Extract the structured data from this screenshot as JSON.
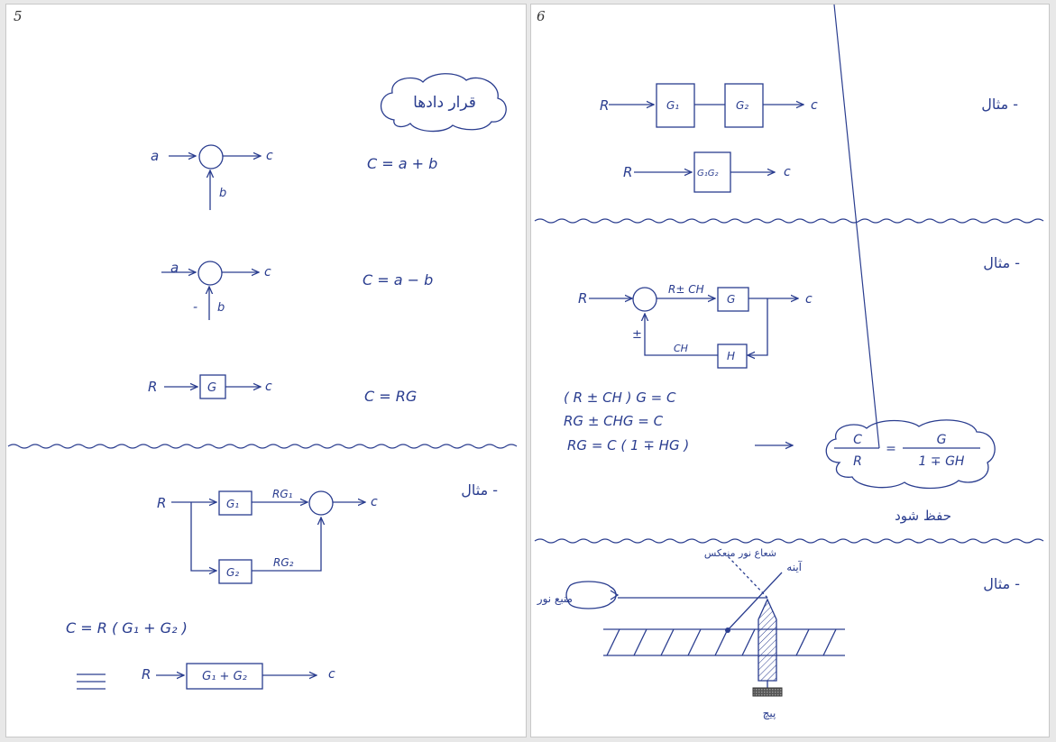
{
  "left_page": {
    "page_number": "5",
    "cloud_title": "قرار دادها",
    "rule1": {
      "in_a": "a",
      "in_b": "b",
      "out": "c",
      "equation": "C = a + b"
    },
    "rule2": {
      "in_a": "a",
      "minus": "-",
      "in_b": "b",
      "out": "c",
      "equation": "C = a − b"
    },
    "rule3": {
      "in": "R",
      "block": "G",
      "out": "c",
      "equation": "C = RG"
    },
    "example": {
      "label": "مثال -",
      "in": "R",
      "g1": "G₁",
      "g2": "G₂",
      "rg1": "RG₁",
      "rg2": "RG₂",
      "out": "c",
      "equation": "C = R ( G₁ + G₂ )",
      "equiv_in": "R",
      "equiv_block": "G₁ + G₂",
      "equiv_out": "c"
    }
  },
  "right_page": {
    "page_number": "6",
    "example1": {
      "label": "مثال -",
      "in": "R",
      "g1": "G₁",
      "g2": "G₂",
      "out": "c",
      "in2": "R",
      "block2": "G₁G₂",
      "out2": "c"
    },
    "example2": {
      "label": "مثال -",
      "in": "R",
      "sum_label": "R± CH",
      "block_g": "G",
      "out": "c",
      "pm": "±",
      "ch": "CH",
      "block_h": "H",
      "eq1": "( R ± CH )  G  =  C",
      "eq2": "RG ± CHG  = C",
      "eq3": "RG  = C ( 1 ∓ HG )",
      "frac_num_left": "C",
      "frac_den_left": "R",
      "equals": "=",
      "frac_num_right": "G",
      "frac_den_right": "1 ∓ GH",
      "memorize": "حفظ شود"
    },
    "example3": {
      "label": "مثال -",
      "reflected_ray": "شعاع نور منعکس",
      "mirror": "آینه",
      "light_source": "منبع نور",
      "screw": "پیچ"
    }
  },
  "colors": {
    "ink": "#2a3d8f",
    "page": "#ffffff",
    "background": "#e8e8e8"
  }
}
